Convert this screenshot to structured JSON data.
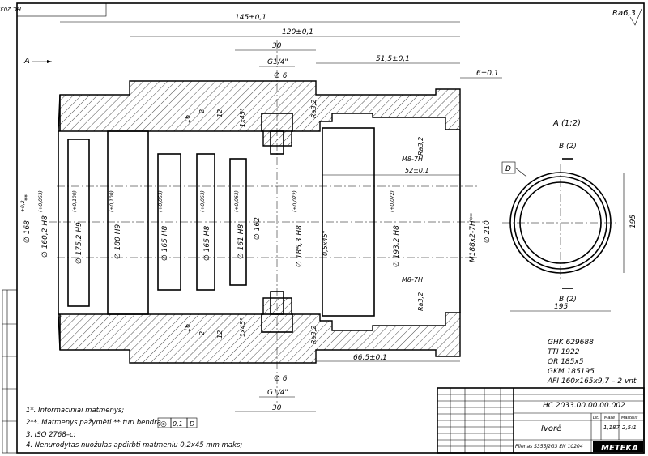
{
  "stamp_code": "НС 2033.00.00.00.002",
  "roughness_general": "Ra6,3",
  "view_label": "A",
  "section_view": {
    "title": "A (1:2)",
    "label_d": "D",
    "label_b_top": "B (2)",
    "label_b_bottom": "B (2)",
    "dim_195_h": "195",
    "dim_195_v": "195"
  },
  "dims_top": {
    "d145": "145±0,1",
    "d120": "120±0,1",
    "d30_top": "30",
    "g14_top": "G1/4\"",
    "d515": "51,5±0,1",
    "d6_top": "6±0,1",
    "phi6_top": "∅ 6",
    "chamfer_top": "1x45°",
    "d16_top": "16",
    "d2_top": "2",
    "d12_top": "12",
    "ra32_a": "Ra3,2",
    "ra32_b": "Ra3,2",
    "m87h_top": "M8-7H",
    "d52": "52±0,1"
  },
  "dims_bottom": {
    "d665": "66,5±0,1",
    "phi6_bot": "∅ 6",
    "g14_bot": "G1/4\"",
    "d30_bot": "30",
    "d16_bot": "16",
    "d2_bot": "2",
    "d12_bot": "12",
    "chamfer_bot": "1x45°",
    "ra32_c": "Ra3,2",
    "ra32_d": "Ra3,2",
    "m87h_bot": "M8-7H"
  },
  "diameters": {
    "d168": "∅ 168",
    "d168_tol": "+0,2",
    "d168_tol2": "**",
    "d1602": "∅ 160,2 H8",
    "d1602_tol": "(+0,063)",
    "d1752": "∅ 175,2 H9",
    "d1752_tol": "(+0,100)",
    "d180": "∅ 180 H9",
    "d180_tol": "(+0,100)",
    "d165a": "∅ 165 H8",
    "d165a_tol": "(+0,063)",
    "d165b": "∅ 165 H8",
    "d165b_tol": "(+0,063)",
    "d161": "∅ 161 H8",
    "d161_tol": "(+0,063)",
    "d162": "∅ 162",
    "d1853": "∅ 185,3 H8",
    "d1853_tol": "(+0,072)",
    "chamfer05": "0,5x45°",
    "d1932": "∅ 193,2 H8",
    "d1932_tol": "(+0,072)",
    "m188": "M188x2-7H**",
    "d210": "∅ 210"
  },
  "seals": [
    "GHK 629688",
    "TTI 1922",
    "OR 185x5",
    "GKM 185195",
    "AFI 160x165x9,7 – 2 vnt"
  ],
  "notes": [
    "1*. Informaciniai matmenys;",
    "2**. Matmenys pažymėti ** turi bendrą",
    "3.  ISO 2768–c;",
    "4. Nenurodytas nuožulas apdirbti matmeniu 0,2x45 mm maks;"
  ],
  "tolerance_frame": {
    "symbol": "◎",
    "value": "0,1",
    "datum": "D"
  },
  "title_block": {
    "code": "НС 2033.00.00.00.002",
    "part_name": "Ivorė",
    "material": "Plienas S355J2G3 EN 10204",
    "mass": "1,187",
    "scale": "2,5:1",
    "company": "METEKA",
    "head_lit": "Lit.",
    "head_mass": "Masė",
    "head_scale": "Mastelis"
  }
}
